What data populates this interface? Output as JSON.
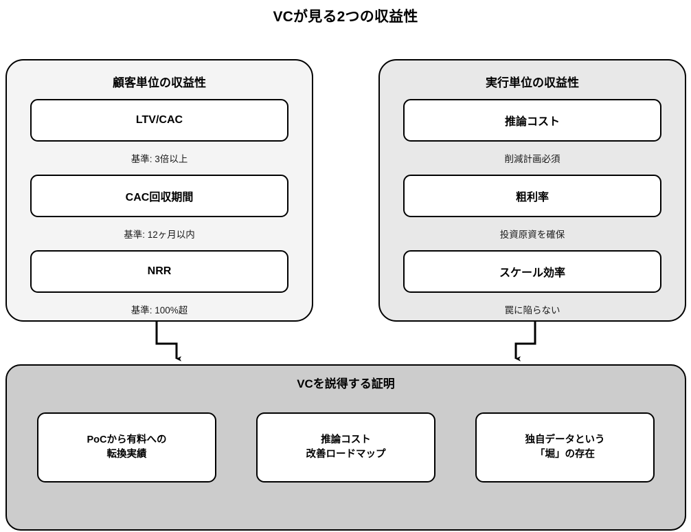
{
  "title": "VCが見る2つの収益性",
  "colors": {
    "background": "#ffffff",
    "panel_left_fill": "#f4f4f4",
    "panel_right_fill": "#e8e8e8",
    "panel_bottom_fill": "#cccccc",
    "box_fill": "#ffffff",
    "stroke": "#000000"
  },
  "panels": [
    {
      "id": "customer-unit-economics",
      "title": "顧客単位の収益性",
      "metrics": [
        {
          "label": "LTV/CAC",
          "note": "基準: 3倍以上"
        },
        {
          "label": "CAC回収期間",
          "note": "基準: 12ヶ月以内"
        },
        {
          "label": "NRR",
          "note": "基準: 100%超"
        }
      ]
    },
    {
      "id": "execution-unit-economics",
      "title": "実行単位の収益性",
      "metrics": [
        {
          "label": "推論コスト",
          "note": "削減計画必須"
        },
        {
          "label": "粗利率",
          "note": "投資原資を確保"
        },
        {
          "label": "スケール効率",
          "note": "罠に陥らない"
        }
      ]
    }
  ],
  "bottom": {
    "id": "vc-proof",
    "title": "VCを説得する証明",
    "items": [
      "PoCから有料への\n転換実績",
      "推論コスト\n改善ロードマップ",
      "独自データという\n「堀」の存在"
    ]
  },
  "connectors": [
    {
      "from": "customer-unit-economics",
      "to": "vc-proof"
    },
    {
      "from": "execution-unit-economics",
      "to": "vc-proof"
    }
  ]
}
